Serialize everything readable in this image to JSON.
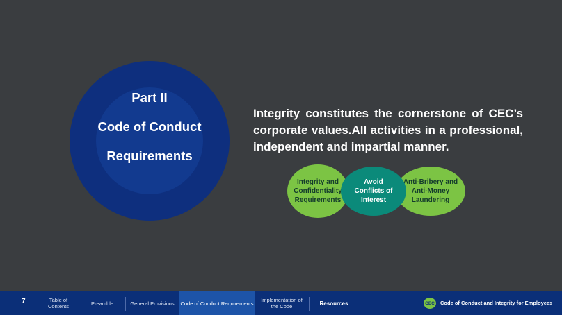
{
  "slide": {
    "circle": {
      "line1": "Part II",
      "line2": "Code of Conduct",
      "line3": "Requirements"
    },
    "statement": "Integrity constitutes the cornerstone of CEC’s corporate values.All activities in a professional, independent and impartial manner.",
    "bubbles": [
      {
        "label": "Integrity and Confidentiality Requirements",
        "color": "#7cc444"
      },
      {
        "label": "Avoid Conflicts of Interest",
        "color": "#0b8a7a"
      },
      {
        "label": "Anti-Bribery and Anti-Money Laundering",
        "color": "#7cc444"
      }
    ]
  },
  "footer": {
    "page_number": "7",
    "nav": [
      {
        "label": "Table of Contents"
      },
      {
        "label": "Preamble"
      },
      {
        "label": "General Provisions"
      },
      {
        "label": "Code of Conduct Requirements",
        "active": true
      },
      {
        "label": "Implementation of the Code"
      },
      {
        "label": "Resources"
      }
    ],
    "logo_text": "CEC",
    "title": "Code of Conduct and Integrity for Employees"
  },
  "colors": {
    "background": "#3a3d40",
    "footer": "#0b2f78",
    "accent_green": "#7cc444",
    "accent_teal": "#0b8a7a",
    "circle_blue": "#0e2f7e"
  }
}
